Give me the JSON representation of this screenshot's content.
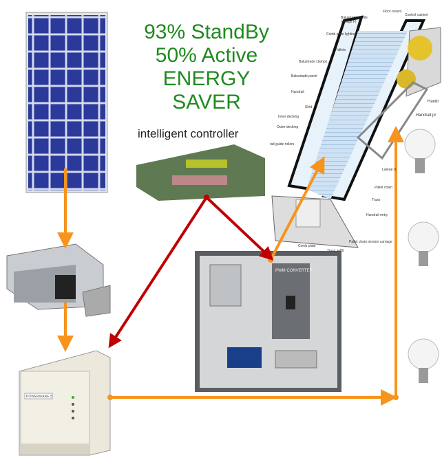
{
  "headline": {
    "line1": "93% StandBy",
    "line2": "50% Active",
    "line3": "ENERGY",
    "line4": "SAVER"
  },
  "controller_label": "intelligent controller",
  "escalator_labels": [
    "Floor covers",
    "Control cabinet",
    "Balustrade profile (design F)",
    "Comb plate lighting",
    "Pallets",
    "Balustrade clamps",
    "Balustrade panel",
    "Handrail",
    "Skirt",
    "Inner decking",
    "Outer decking",
    "rail guide rollers",
    "Lateral cl",
    "Pallet chain",
    "Truss",
    "Handrail entry",
    "Pallet chain tension carriage",
    "Comb plate",
    "Truss soffit",
    "Handrail pr",
    "Handr"
  ],
  "panel_label": "PWM CONVERTER",
  "ups_label": "POWERWARE 5",
  "colors": {
    "headline": "#1f8a1f",
    "orange_arrow": "#f7941d",
    "red_arrow": "#c00000"
  }
}
